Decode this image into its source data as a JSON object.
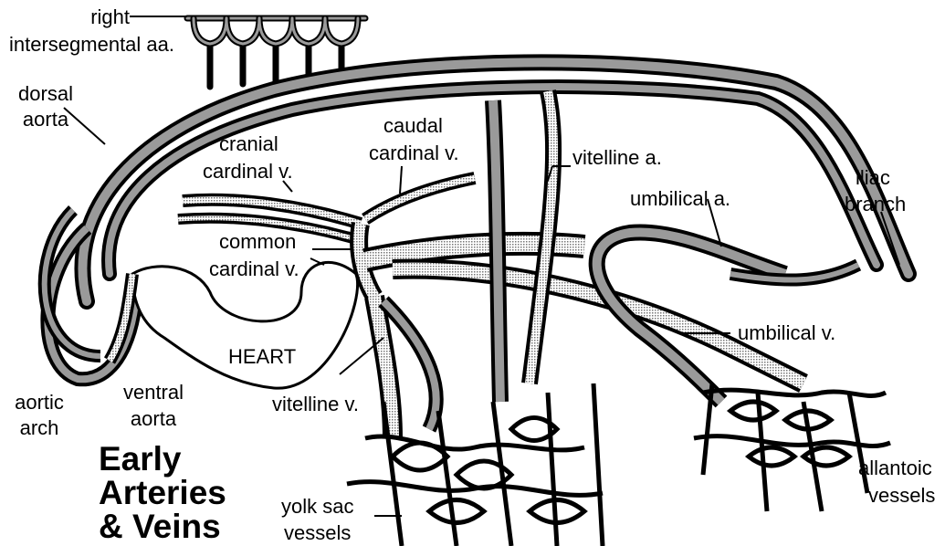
{
  "title": {
    "line1": "Early",
    "line2": "Arteries",
    "line3": "& Veins"
  },
  "labels": {
    "right_intersegmental_1": "right",
    "right_intersegmental_2": "intersegmental  aa.",
    "dorsal_aorta_1": "dorsal",
    "dorsal_aorta_2": "aorta",
    "cranial_cardinal_1": "cranial",
    "cranial_cardinal_2": "cardinal v.",
    "caudal_cardinal_1": "caudal",
    "caudal_cardinal_2": "cardinal v.",
    "vitelline_a": "vitelline a.",
    "iliac_branch_1": "iliac",
    "iliac_branch_2": "branch",
    "umbilical_a": "umbilical a.",
    "common_cardinal_1": "common",
    "common_cardinal_2": "cardinal v.",
    "umbilical_v": "umbilical v.",
    "heart": "HEART",
    "aortic_arch_1": "aortic",
    "aortic_arch_2": "arch",
    "ventral_aorta_1": "ventral",
    "ventral_aorta_2": "aorta",
    "vitelline_v": "vitelline v.",
    "allantoic_1": "allantoic",
    "allantoic_2": "vessels",
    "yolk_sac_1": "yolk sac",
    "yolk_sac_2": "vessels"
  },
  "colors": {
    "outline": "#000000",
    "artery_fill": "#9a9a9a",
    "vein_fill": "#cfcfcf",
    "background": "#ffffff"
  }
}
